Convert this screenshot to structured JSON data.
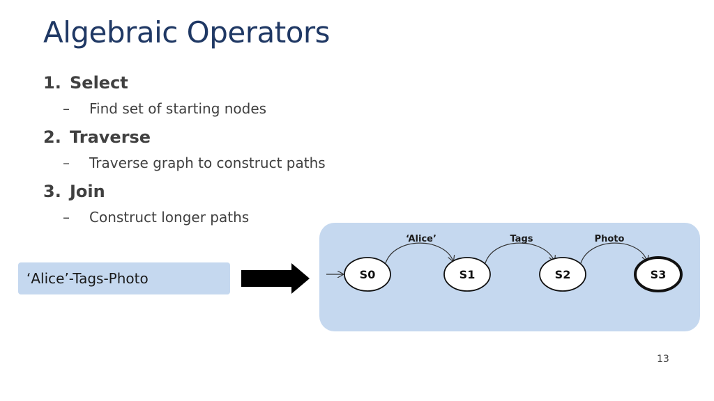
{
  "slide": {
    "title": "Algebraic Operators",
    "page_number": "13"
  },
  "list": [
    {
      "number": "1.",
      "label": "Select",
      "sub": "Find set of starting nodes"
    },
    {
      "number": "2.",
      "label": "Traverse",
      "sub": "Traverse graph to construct paths"
    },
    {
      "number": "3.",
      "label": "Join",
      "sub": "Construct longer paths"
    }
  ],
  "sub_marker": "–",
  "example": {
    "query": "‘Alice’-Tags-Photo"
  },
  "automaton": {
    "states": [
      "S0",
      "S1",
      "S2",
      "S3"
    ],
    "transitions": [
      {
        "from": "S0",
        "to": "S1",
        "label": "‘Alice’"
      },
      {
        "from": "S1",
        "to": "S2",
        "label": "Tags"
      },
      {
        "from": "S2",
        "to": "S3",
        "label": "Photo"
      }
    ],
    "start_state": "S0",
    "accept_state": "S3"
  },
  "colors": {
    "title": "#1f3864",
    "panel_fill": "#c5d8ef",
    "text": "#404040"
  }
}
